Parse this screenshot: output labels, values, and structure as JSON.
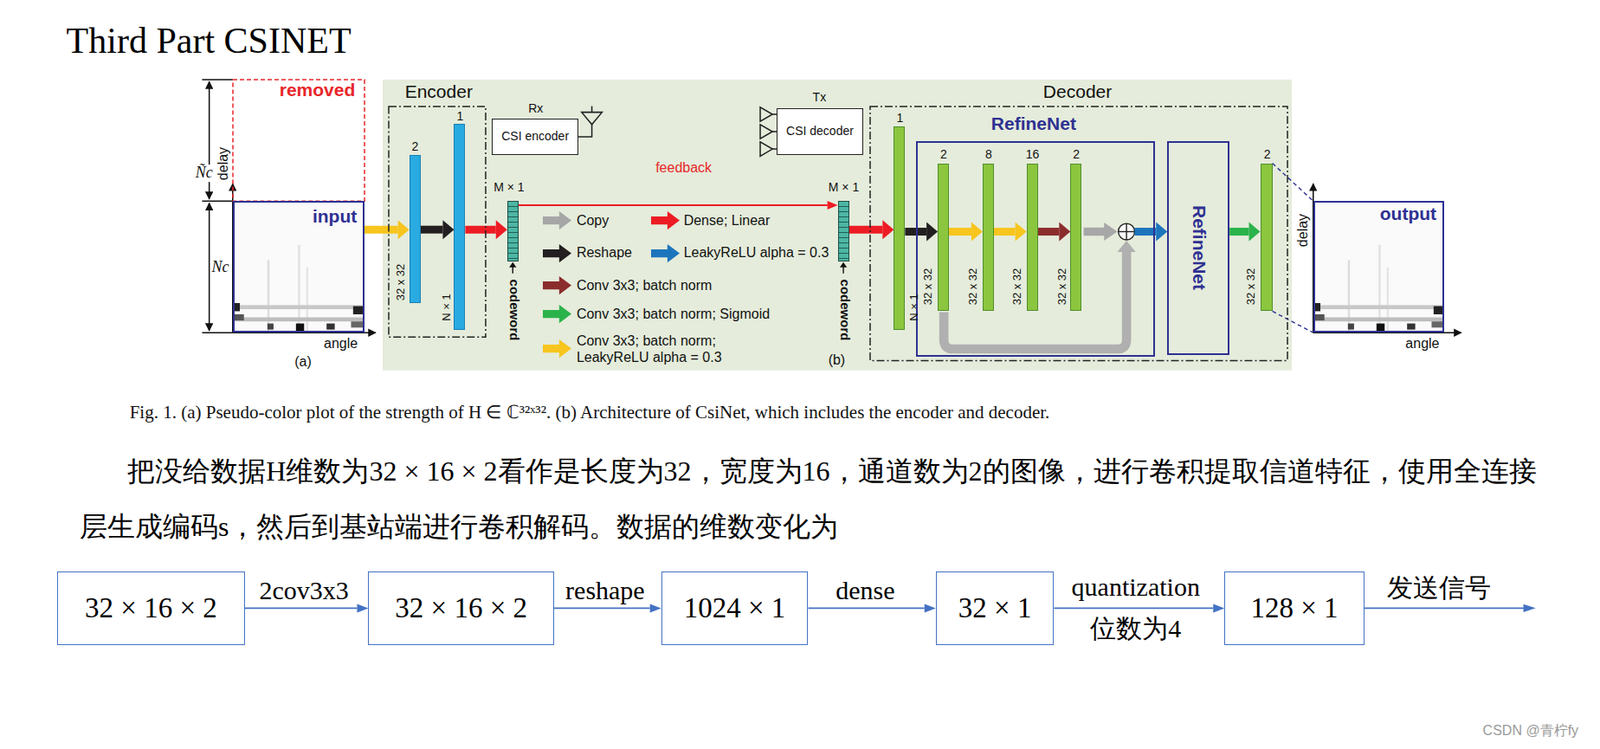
{
  "diagram": {
    "title": "Third Part CSINET",
    "caption": "Fig. 1. (a) Pseudo-color plot of the strength of H ∈ ℂ³²ˣ³². (b) Architecture of CsiNet, which includes the encoder and decoder.",
    "nodes": [
      {
        "text": [
          "removed"
        ]
      },
      {
        "text": [
          "input"
        ]
      },
      {
        "text": [
          "Encoder"
        ]
      },
      {
        "text": [
          "2",
          "32 x 32"
        ],
        "in": 2
      },
      {
        "text": [
          "1",
          "N × 1"
        ],
        "in": 2
      },
      {
        "text": [
          "M × 1",
          "codeword"
        ]
      },
      {
        "text": [
          "CSI encoder"
        ]
      },
      {
        "text": [
          "CSI decoder"
        ]
      },
      {
        "text": [
          "M × 1",
          "codeword"
        ]
      },
      {
        "text": [
          "Decoder"
        ]
      },
      {
        "text": [
          "1",
          "N × 1"
        ],
        "in": 9
      },
      {
        "text": [
          "RefineNet"
        ],
        "in": 9
      },
      {
        "text": [
          "2",
          "32 x 32"
        ],
        "in": 11
      },
      {
        "text": [
          "8",
          "32 x 32"
        ],
        "in": 11
      },
      {
        "text": [
          "16",
          "32 x 32"
        ],
        "in": 11
      },
      {
        "text": [
          "2",
          "32 x 32"
        ],
        "in": 11
      },
      {
        "text": [
          "RefineNet"
        ],
        "in": 9
      },
      {
        "text": [
          "2",
          "32 x 32"
        ],
        "in": 9
      },
      {
        "text": [
          "output"
        ]
      },
      {
        "text": [
          "32 × 16 × 2"
        ]
      },
      {
        "text": [
          "32 × 16 × 2"
        ]
      },
      {
        "text": [
          "1024 × 1"
        ]
      },
      {
        "text": [
          "32 × 1"
        ]
      },
      {
        "text": [
          "128 × 1"
        ]
      }
    ],
    "edges": [
      {
        "from": 1,
        "to": 3,
        "arrow": "to"
      },
      {
        "from": 3,
        "to": 4,
        "arrow": "to"
      },
      {
        "from": 4,
        "to": 5,
        "arrow": "to"
      },
      {
        "from": 5,
        "to": 8,
        "label": "feedback",
        "arrow": "to"
      },
      {
        "from": 8,
        "to": 10,
        "arrow": "to"
      },
      {
        "from": 10,
        "to": 12,
        "arrow": "to"
      },
      {
        "from": 12,
        "to": 13,
        "arrow": "to"
      },
      {
        "from": 13,
        "to": 14,
        "arrow": "to"
      },
      {
        "from": 14,
        "to": 15,
        "arrow": "to"
      },
      {
        "from": 11,
        "to": 16,
        "arrow": "to"
      },
      {
        "from": 16,
        "to": 17,
        "arrow": "to"
      },
      {
        "from": 19,
        "to": 20,
        "label": "2cov3x3",
        "arrow": "to"
      },
      {
        "from": 20,
        "to": 21,
        "label": "reshape",
        "arrow": "to"
      },
      {
        "from": 21,
        "to": 22,
        "label": "dense",
        "arrow": "to"
      },
      {
        "from": 22,
        "to": 23,
        "label": "quantization",
        "arrow": "to"
      }
    ],
    "labels": [
      "delay",
      "Ñc",
      "Nc",
      "angle",
      "(a)",
      "Rx",
      "Tx",
      "(b)",
      "delay",
      "angle",
      "把没给数据H维数为32 × 16 × 2看作是长度为32，宽度为16，通道数为2的图像，进行卷积提取信道特征，使用全连接层生成编码s，然后到基站端进行卷积解码。数据的维数变化为",
      "位数为4",
      "发送信号",
      "CSDN @青柠fy"
    ],
    "legend": [
      {
        "text": "Copy",
        "color": "#a6a6a6"
      },
      {
        "text": "Dense; Linear",
        "color": "#ed1c24"
      },
      {
        "text": "Reshape",
        "color": "#231f20"
      },
      {
        "text": "LeakyReLU alpha = 0.3",
        "color": "#1c75bc"
      },
      {
        "text": "Conv 3x3; batch norm",
        "color": "#8c2d2d"
      },
      {
        "text": "Conv 3x3; batch norm; Sigmoid",
        "color": "#2bb34b"
      },
      {
        "text": "Conv 3x3; batch norm; LeakyReLU alpha = 0.3",
        "color": "#f7c51e"
      }
    ]
  }
}
